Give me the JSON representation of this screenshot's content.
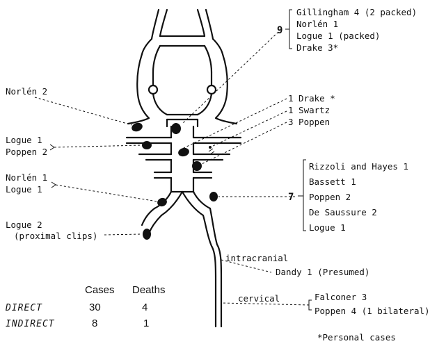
{
  "labels": {
    "count_9": "9",
    "gillingham": "Gillingham 4 (2 packed)",
    "norlen1_top": "Norlén 1",
    "logue_packed": "Logue 1 (packed)",
    "drake3": "Drake 3*",
    "norlen2": "Norlén 2",
    "drake1": "1 Drake *",
    "swartz1": "1 Swartz",
    "poppen3": "3 Poppen",
    "logue1_a": "Logue 1",
    "poppen2_a": "Poppen 2",
    "count_7": "7",
    "rizzoli": "Rizzoli and Hayes 1",
    "bassett": "Bassett 1",
    "poppen2_b": "Poppen 2",
    "desaussure": "De Saussure 2",
    "logue1_c": "Logue 1",
    "norlen1_b": "Norlén 1",
    "logue1_b": "Logue 1",
    "logue2": "Logue 2",
    "proximal_clips": "(proximal clips)",
    "intracranial": "intracranial",
    "dandy": "Dandy 1 (Presumed)",
    "cervical": "cervical",
    "falconer": "Falconer 3",
    "poppen4": "Poppen 4 (1 bilateral)",
    "personal": "*Personal cases"
  },
  "table": {
    "header_cases": "Cases",
    "header_deaths": "Deaths",
    "rows": [
      {
        "label": "DIRECT",
        "cases": "30",
        "deaths": "4"
      },
      {
        "label": "INDIRECT",
        "cases": "8",
        "deaths": "1"
      }
    ]
  }
}
